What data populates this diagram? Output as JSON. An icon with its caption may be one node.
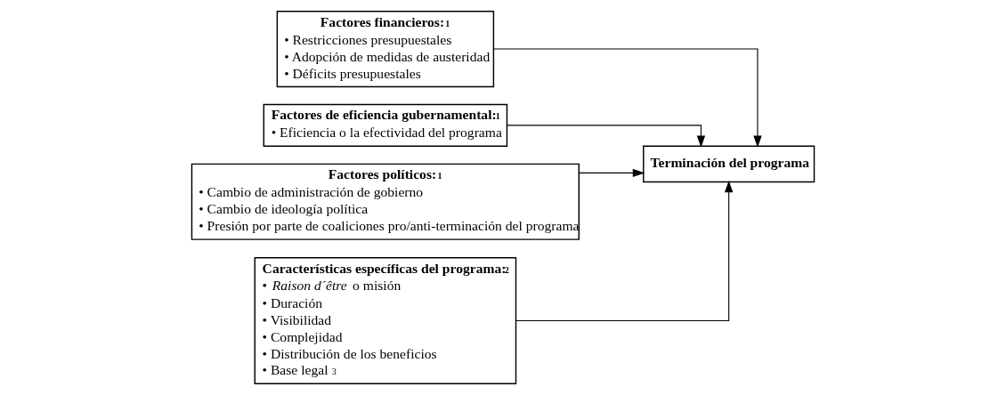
{
  "diagram": {
    "nodes": [
      {
        "text": [
          "Factores financieros:$^{1}$",
          "• Restricciones presupuestales",
          "• Adopción de medidas de austeridad",
          "• Déficits presupuestales"
        ]
      },
      {
        "text": [
          "Factores de eficiencia gubernamental:$^{1}$",
          "• Eficiencia o la efectividad del programa"
        ]
      },
      {
        "text": [
          "Factores políticos:$^{1}$",
          "• Cambio de administración de gobierno",
          "• Cambio de ideología política",
          "• Presión por parte de coaliciones pro/anti-terminación del programa"
        ]
      },
      {
        "text": [
          "Características específicas del programa:$^{2}$",
          "• *Raison d´être* o misión",
          "• Duración",
          "• Visibilidad",
          "• Complejidad",
          "• Distribución de los beneficios",
          "• Base legal$^{3}$"
        ]
      },
      {
        "text": [
          "Terminación del programa"
        ]
      }
    ],
    "edges": [
      {
        "from": 0,
        "to": 4,
        "arrow": "to"
      },
      {
        "from": 1,
        "to": 4,
        "arrow": "to"
      },
      {
        "from": 2,
        "to": 4,
        "arrow": "to"
      },
      {
        "from": 3,
        "to": 4,
        "arrow": "to"
      }
    ]
  }
}
